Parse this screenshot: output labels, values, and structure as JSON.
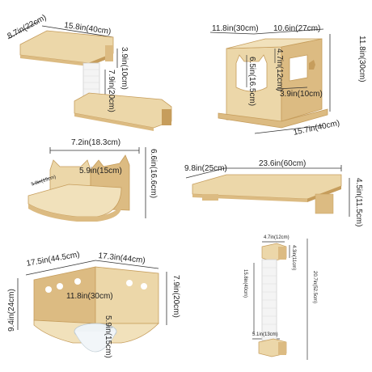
{
  "colors": {
    "wood_light": "#ecd7a9",
    "wood_mid": "#dcbb82",
    "wood_dark": "#c69d5c",
    "white_pipe": "#f4f4f4",
    "dim_line": "#333333"
  },
  "panels": {
    "wall_step_platform": {
      "labels": [
        "8.7in(22cm)",
        "15.8in(40cm)",
        "3.9in(10cm)",
        "7.9in(20cm)"
      ]
    },
    "cube_house": {
      "labels": [
        "11.8in(30cm)",
        "10.6in(27cm)",
        "4.7in(12cm)",
        "6.5in(16.5cm)",
        "3.9in(10cm)",
        "11.8in(30cm)",
        "15.7in(40cm)"
      ]
    },
    "corner_shelf": {
      "labels": [
        "7.2in(18.3cm)",
        "5.9in(15cm)",
        "5.9in(15cm)",
        "6.6in(16.6cm)"
      ]
    },
    "long_shelf": {
      "labels": [
        "9.8in(25cm)",
        "23.6in(60cm)",
        "4.5in(11.5cm)"
      ]
    },
    "bowl_corner": {
      "labels": [
        "17.5in(44.5cm)",
        "17.3in(44cm)",
        "9.4in(24cm)",
        "11.8in(30cm)",
        "7.9in(20cm)",
        "5.9in(15cm)"
      ]
    },
    "scratch_post": {
      "labels": [
        "4.7in(12cm)",
        "4.3in(11cm)",
        "15.8in(40cm)",
        "20.7in(52.5cm)",
        "5.1in(13cm)"
      ]
    }
  }
}
